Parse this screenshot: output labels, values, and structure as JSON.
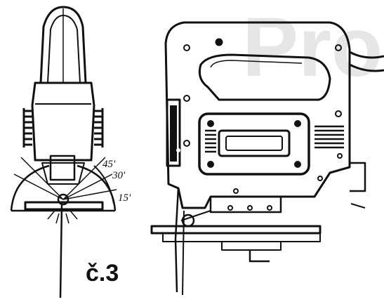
{
  "watermark": "Pro",
  "angles": [
    "45'",
    "30'",
    "15'"
  ],
  "figure_label": "č.3",
  "colors": {
    "ink": "#111111",
    "watermark": "#e6e6e6",
    "background": "#ffffff"
  }
}
